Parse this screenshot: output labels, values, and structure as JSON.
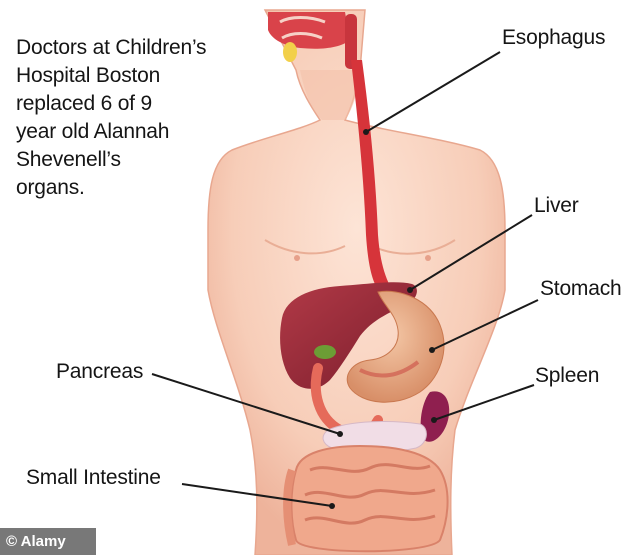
{
  "caption": "Doctors at Children’s\nHospital Boston\nreplaced 6 of 9\nyear old Alannah\nShevenell’s\norgans.",
  "labels": {
    "esophagus": "Esophagus",
    "liver": "Liver",
    "stomach": "Stomach",
    "pancreas": "Pancreas",
    "spleen": "Spleen",
    "small_intestine": "Small Intestine"
  },
  "watermark": "© Alamy",
  "colors": {
    "skin": "#f7cdb8",
    "liver": "#9e2a3a",
    "esophagus": "#d6343a",
    "stomach": "#e9b28f",
    "spleen": "#8f1f4f",
    "pancreas": "#f1dde6",
    "intestine": "#f0a88c",
    "gallbladder": "#6c9d35"
  }
}
